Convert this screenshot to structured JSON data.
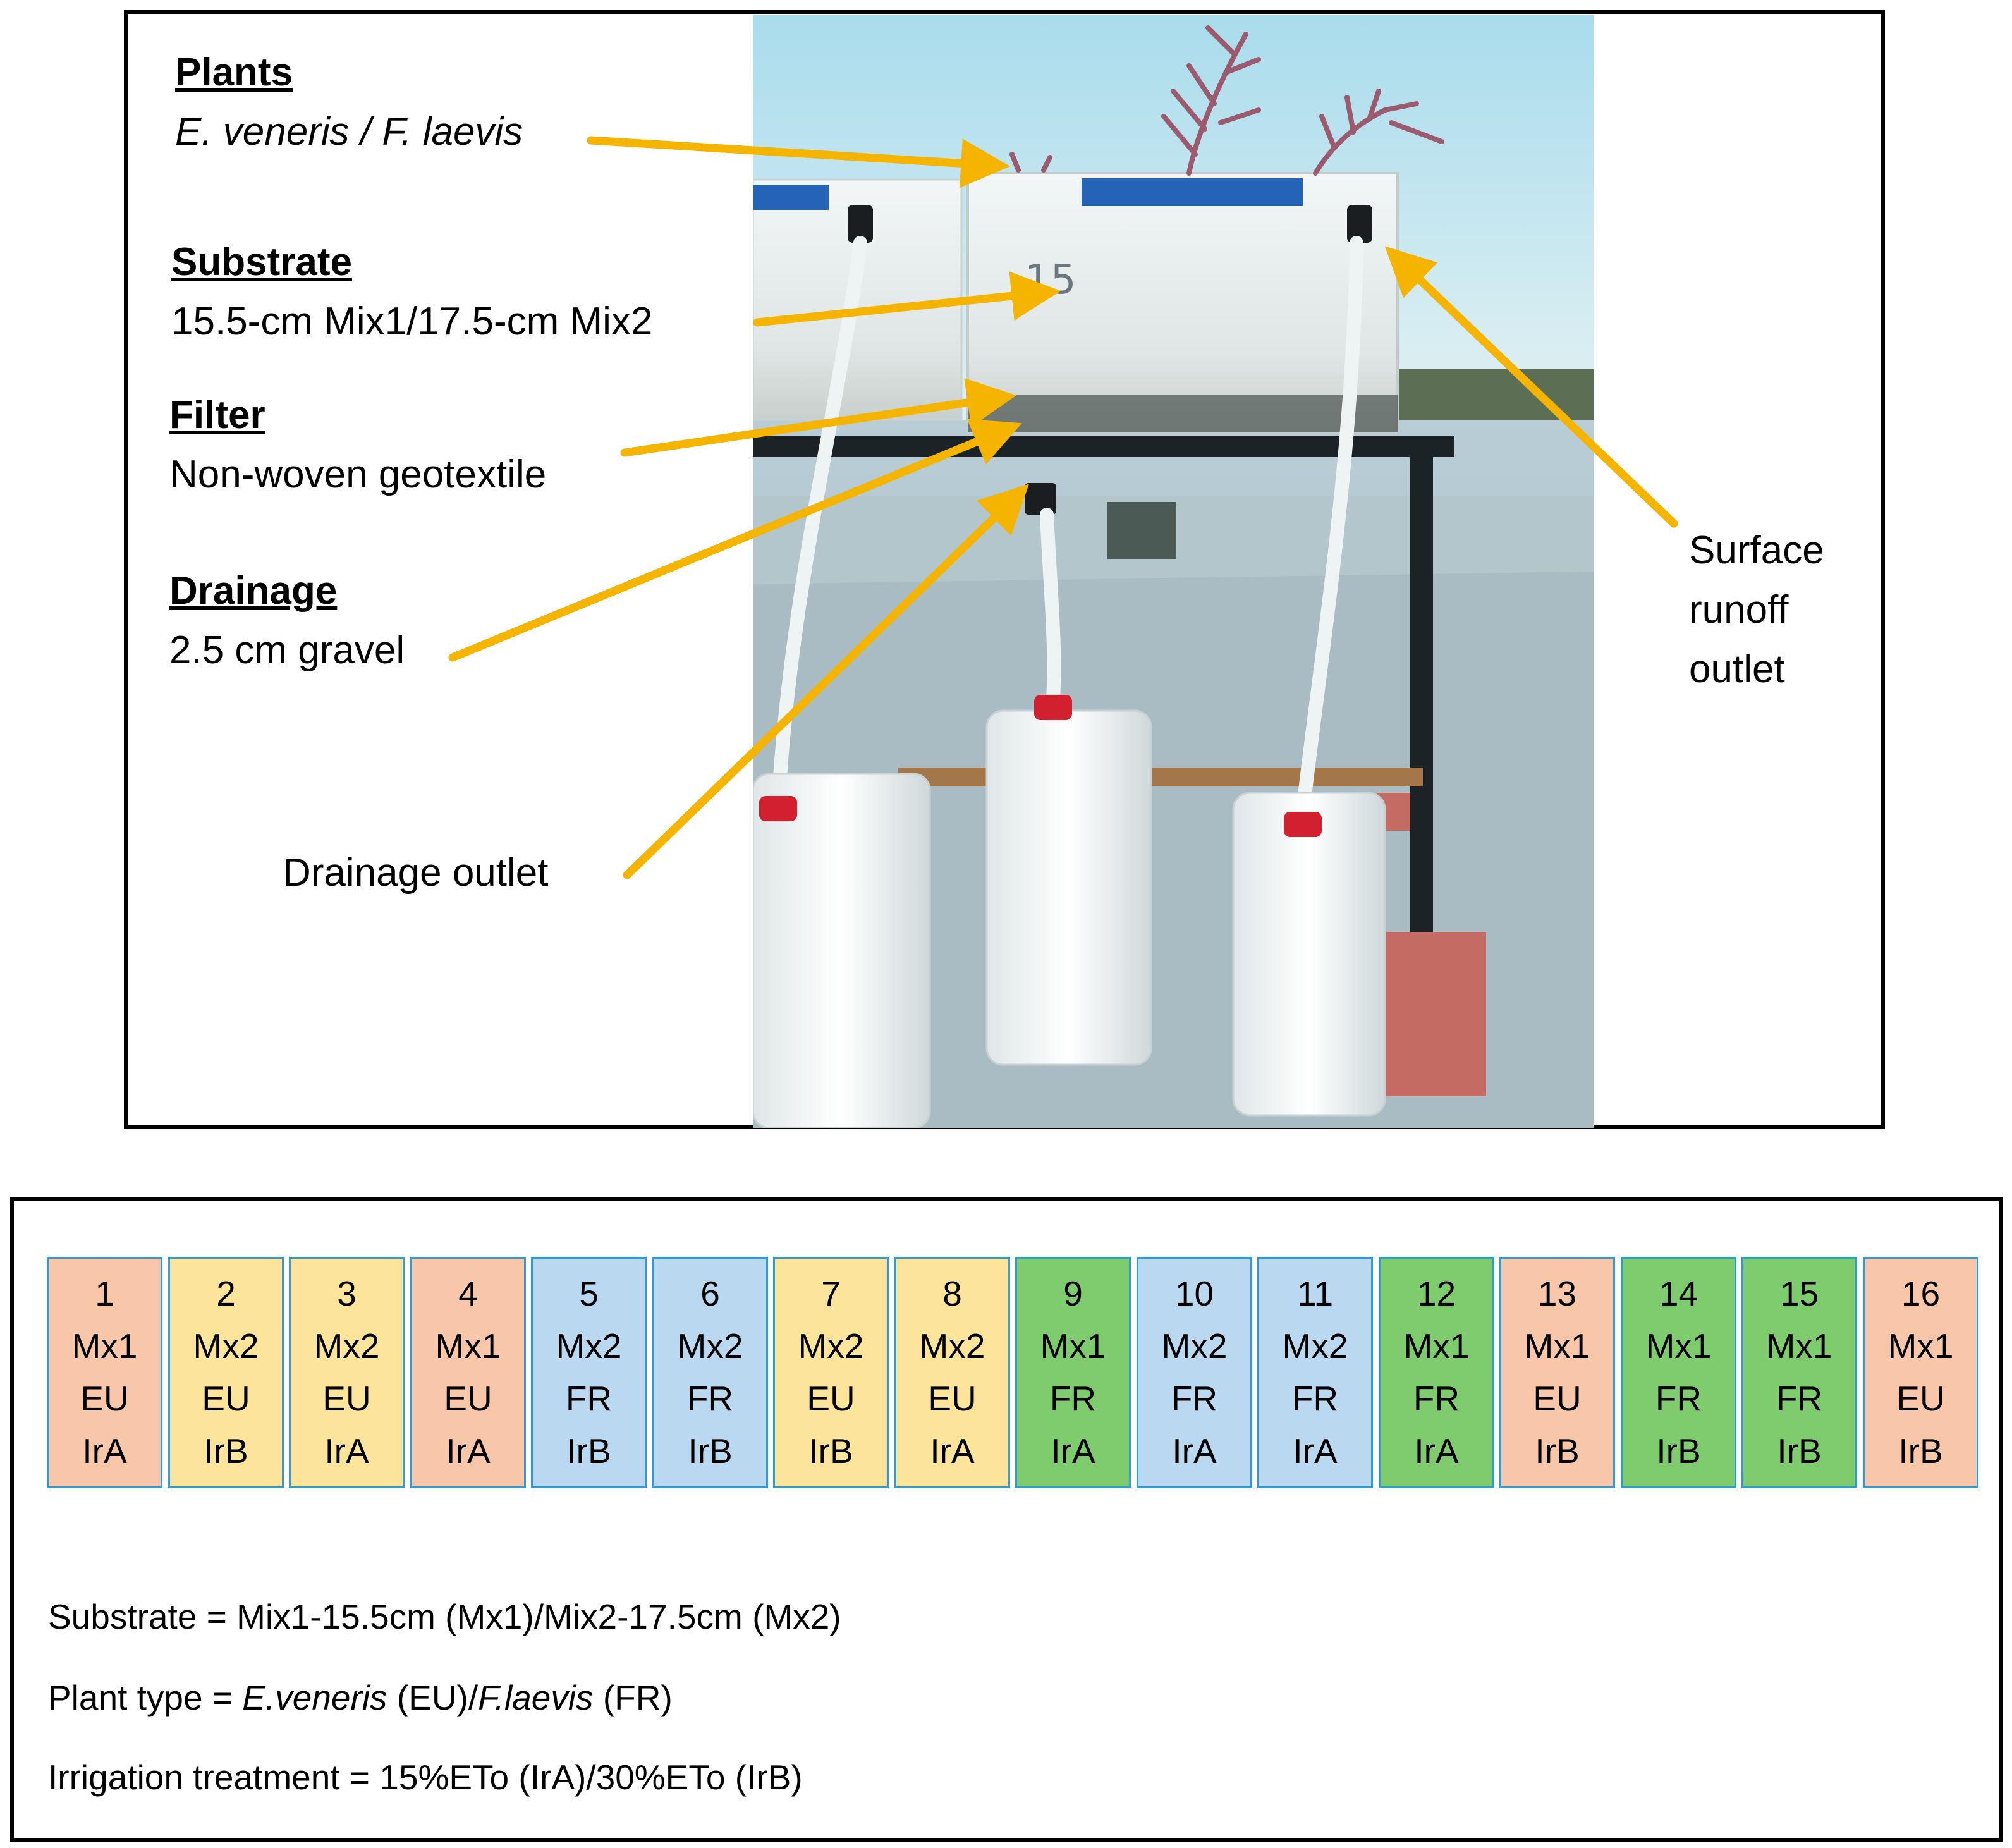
{
  "top_panel": {
    "plants_heading": "Plants",
    "plants_species_a": "E. veneris",
    "plants_sep": " / ",
    "plants_species_b": "F. laevis",
    "substrate_heading": "Substrate",
    "substrate_text": "15.5-cm Mix1/17.5-cm Mix2",
    "filter_heading": "Filter",
    "filter_text": "Non-woven geotextile",
    "drainage_heading": "Drainage",
    "drainage_text": "2.5 cm gravel",
    "drainage_outlet_label": "Drainage outlet",
    "surface_runoff_line1": "Surface",
    "surface_runoff_line2": "runoff",
    "surface_runoff_line3": "outlet",
    "box_marking": "15",
    "arrow_color": "#f5b400"
  },
  "plots": [
    {
      "number": "1",
      "substrate": "Mx1",
      "plant": "EU",
      "irrigation": "IrA",
      "color": "salmon"
    },
    {
      "number": "2",
      "substrate": "Mx2",
      "plant": "EU",
      "irrigation": "IrB",
      "color": "yellow"
    },
    {
      "number": "3",
      "substrate": "Mx2",
      "plant": "EU",
      "irrigation": "IrA",
      "color": "yellow"
    },
    {
      "number": "4",
      "substrate": "Mx1",
      "plant": "EU",
      "irrigation": "IrA",
      "color": "salmon"
    },
    {
      "number": "5",
      "substrate": "Mx2",
      "plant": "FR",
      "irrigation": "IrB",
      "color": "blue"
    },
    {
      "number": "6",
      "substrate": "Mx2",
      "plant": "FR",
      "irrigation": "IrB",
      "color": "blue"
    },
    {
      "number": "7",
      "substrate": "Mx2",
      "plant": "EU",
      "irrigation": "IrB",
      "color": "yellow"
    },
    {
      "number": "8",
      "substrate": "Mx2",
      "plant": "EU",
      "irrigation": "IrA",
      "color": "yellow"
    },
    {
      "number": "9",
      "substrate": "Mx1",
      "plant": "FR",
      "irrigation": "IrA",
      "color": "green"
    },
    {
      "number": "10",
      "substrate": "Mx2",
      "plant": "FR",
      "irrigation": "IrA",
      "color": "blue"
    },
    {
      "number": "11",
      "substrate": "Mx2",
      "plant": "FR",
      "irrigation": "IrA",
      "color": "blue"
    },
    {
      "number": "12",
      "substrate": "Mx1",
      "plant": "FR",
      "irrigation": "IrA",
      "color": "green"
    },
    {
      "number": "13",
      "substrate": "Mx1",
      "plant": "EU",
      "irrigation": "IrB",
      "color": "salmon"
    },
    {
      "number": "14",
      "substrate": "Mx1",
      "plant": "FR",
      "irrigation": "IrB",
      "color": "green"
    },
    {
      "number": "15",
      "substrate": "Mx1",
      "plant": "FR",
      "irrigation": "IrB",
      "color": "green"
    },
    {
      "number": "16",
      "substrate": "Mx1",
      "plant": "EU",
      "irrigation": "IrB",
      "color": "salmon"
    }
  ],
  "legend": {
    "substrate": "Substrate = Mix1-15.5cm (Mx1)/Mix2-17.5cm (Mx2)",
    "plant_type_prefix": "Plant type = ",
    "plant_type_eu_name": "E.veneris",
    "plant_type_eu_code": " (EU)/",
    "plant_type_fr_name": "F.laevis",
    "plant_type_fr_code": " (FR)",
    "irrigation": "Irrigation treatment = 15%ETo (IrA)/30%ETo (IrB)"
  }
}
